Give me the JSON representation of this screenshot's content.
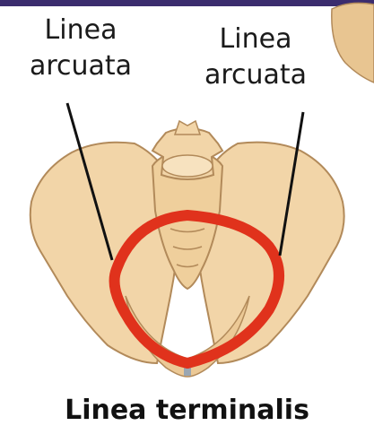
{
  "labels": {
    "left": {
      "line1": "Linea",
      "line2": "arcuata"
    },
    "right": {
      "line1": "Linea",
      "line2": "arcuata"
    },
    "caption": "Linea terminalis"
  },
  "colors": {
    "bone_fill": "#f2d5a8",
    "bone_stroke": "#b28a5a",
    "ring": "#e0321c",
    "leader_lines": "#111111",
    "top_bar": "#3b2c6e"
  }
}
